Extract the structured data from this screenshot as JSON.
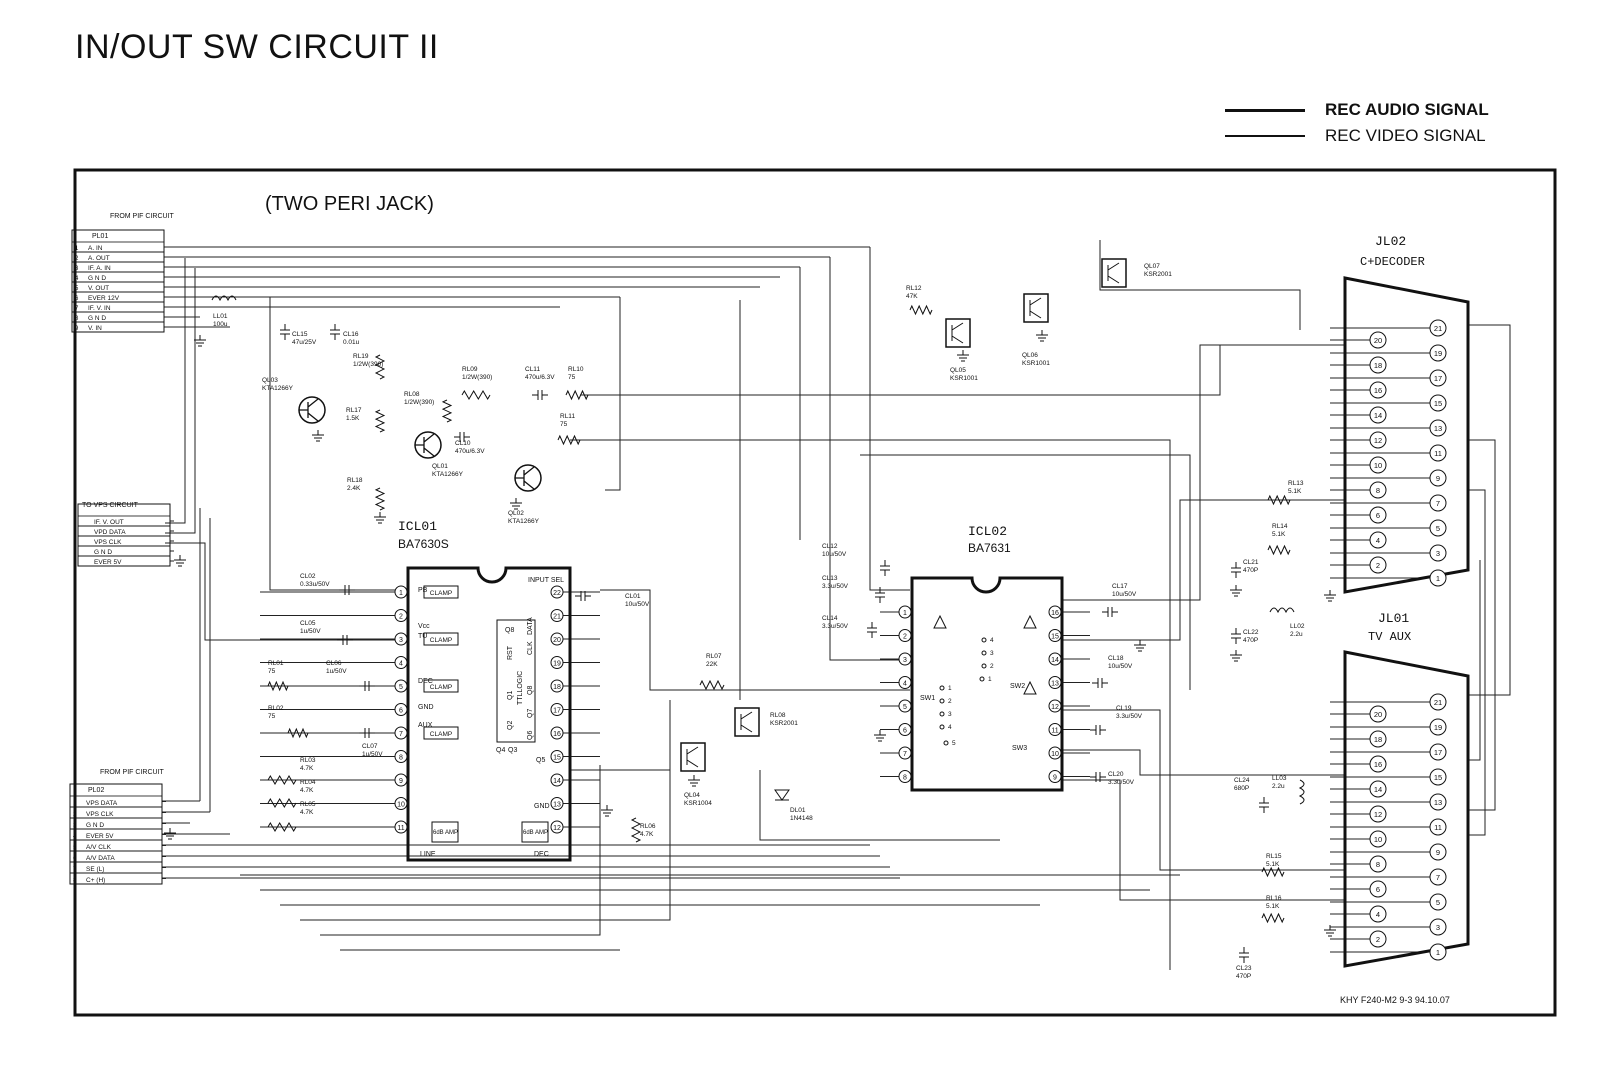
{
  "title": "IN/OUT SW CIRCUIT II",
  "legend": {
    "audio": "REC AUDIO SIGNAL",
    "video": "REC VIDEO SIGNAL"
  },
  "frame_caption": "(TWO PERI JACK)",
  "footer_code": "KHY F240-M2 9-3   94.10.07",
  "connector_pl01": {
    "header": "FROM PIF CIRCUIT",
    "name": "PL01",
    "pins": [
      {
        "n": "1",
        "label": "A. IN"
      },
      {
        "n": "2",
        "label": "A. OUT"
      },
      {
        "n": "3",
        "label": "IF. A. IN"
      },
      {
        "n": "4",
        "label": "G N D"
      },
      {
        "n": "5",
        "label": "V. OUT"
      },
      {
        "n": "6",
        "label": "EVER 12V"
      },
      {
        "n": "7",
        "label": "IF. V. IN"
      },
      {
        "n": "8",
        "label": "G N D"
      },
      {
        "n": "9",
        "label": "V. IN"
      }
    ]
  },
  "connector_vps": {
    "header": "TO VPS CIRCUIT",
    "pins": [
      {
        "label": "IF. V. OUT"
      },
      {
        "label": "VPD DATA"
      },
      {
        "label": "VPS CLK"
      },
      {
        "label": "G N D"
      },
      {
        "label": "EVER 5V"
      }
    ]
  },
  "connector_pl02": {
    "header": "FROM PIF CIRCUIT",
    "name": "PL02",
    "pins": [
      {
        "n": "1",
        "label": "VPS DATA"
      },
      {
        "n": "2",
        "label": "VPS CLK"
      },
      {
        "n": "3",
        "label": "G N D"
      },
      {
        "n": "4",
        "label": "EVER 5V"
      },
      {
        "n": "5",
        "label": "A/V CLK"
      },
      {
        "n": "6",
        "label": "A/V DATA"
      },
      {
        "n": "7",
        "label": "SE (L)"
      },
      {
        "n": "8",
        "label": "C+ (H)"
      }
    ]
  },
  "ic01": {
    "ref": "ICL01",
    "part": "BA7630S",
    "left_pins": [
      "1",
      "2",
      "3",
      "4",
      "5",
      "6",
      "7",
      "8",
      "9",
      "10",
      "11"
    ],
    "right_pins": [
      "22",
      "21",
      "20",
      "19",
      "18",
      "17",
      "16",
      "15",
      "14",
      "13",
      "12"
    ],
    "blocks": {
      "pb": "PB",
      "vcc": "Vcc",
      "tu": "TU",
      "dec": "DEC",
      "gnd": "GND",
      "aux": "AUX",
      "clamp": "CLAMP",
      "input_sel": "INPUT SEL",
      "logic": "TTLLOGIC",
      "rst": "RST",
      "clk": "CLK",
      "data": "DATA",
      "q1": "Q1",
      "q2": "Q2",
      "q3": "Q3",
      "q4": "Q4",
      "q5": "Q5",
      "q6": "Q6",
      "q7": "Q7",
      "q8": "Q8",
      "gnd2": "GND",
      "gdb_amp": "6dB AMP",
      "line": "LINE",
      "dec2": "DEC"
    }
  },
  "ic02": {
    "ref": "ICL02",
    "part": "BA7631",
    "left_pins": [
      "1",
      "2",
      "3",
      "4",
      "5",
      "6",
      "7",
      "8"
    ],
    "right_pins": [
      "16",
      "15",
      "14",
      "13",
      "12",
      "11",
      "10",
      "9"
    ],
    "sw1": "SW1",
    "sw2": "SW2",
    "sw3": "SW3",
    "sw_positions": [
      "4",
      "3",
      "2",
      "1",
      "1",
      "2",
      "3",
      "4",
      "5"
    ]
  },
  "jack_jl02": {
    "ref": "JL02",
    "name": "C+DECODER",
    "left_pins": [
      "20",
      "18",
      "16",
      "14",
      "12",
      "10",
      "8",
      "6",
      "4",
      "2"
    ],
    "right_pins": [
      "21",
      "19",
      "17",
      "15",
      "13",
      "11",
      "9",
      "7",
      "5",
      "3",
      "1"
    ]
  },
  "jack_jl01": {
    "ref": "JL01",
    "name": "TV AUX",
    "left_pins": [
      "20",
      "18",
      "16",
      "14",
      "12",
      "10",
      "8",
      "6",
      "4",
      "2"
    ],
    "right_pins": [
      "21",
      "19",
      "17",
      "15",
      "13",
      "11",
      "9",
      "7",
      "5",
      "3",
      "1"
    ]
  },
  "components": {
    "ll01": {
      "ref": "LL01",
      "val": "100u"
    },
    "cl15": {
      "ref": "CL15",
      "val": "47u/25V"
    },
    "cl16": {
      "ref": "CL16",
      "val": "0.01u"
    },
    "rl19": {
      "ref": "RL19",
      "val": "1/2W(390)"
    },
    "ql03": {
      "ref": "QL03",
      "val": "KTA1266Y"
    },
    "rl17": {
      "ref": "RL17",
      "val": "1.5K"
    },
    "rl18": {
      "ref": "RL18",
      "val": "2.4K"
    },
    "rl08": {
      "ref": "RL08",
      "val": "1/2W(390)"
    },
    "rl09": {
      "ref": "RL09",
      "val": "1/2W(390)"
    },
    "cl11": {
      "ref": "CL11",
      "val": "470u/6.3V"
    },
    "rl10": {
      "ref": "RL10",
      "val": "75"
    },
    "rl11": {
      "ref": "RL11",
      "val": "75"
    },
    "cl10": {
      "ref": "CL10",
      "val": "470u/6.3V"
    },
    "ql01": {
      "ref": "QL01",
      "val": "KTA1266Y"
    },
    "ql02": {
      "ref": "QL02",
      "val": "KTA1266Y"
    },
    "cl02": {
      "ref": "CL02",
      "val": "0.33u/50V"
    },
    "cl05": {
      "ref": "CL05",
      "val": "1u/50V"
    },
    "cl06": {
      "ref": "CL06",
      "val": "1u/50V"
    },
    "cl07": {
      "ref": "CL07",
      "val": "1u/50V"
    },
    "cl01": {
      "ref": "CL01",
      "val": "10u/50V"
    },
    "rl01": {
      "ref": "RL01",
      "val": "75"
    },
    "rl02": {
      "ref": "RL02",
      "val": "75"
    },
    "rl03": {
      "ref": "RL03",
      "val": "4.7K"
    },
    "rl04": {
      "ref": "RL04",
      "val": "4.7K"
    },
    "rl05": {
      "ref": "RL05",
      "val": "4.7K"
    },
    "rl06": {
      "ref": "RL06",
      "val": "4.7K"
    },
    "rl07": {
      "ref": "RL07",
      "val": "22K"
    },
    "ql04": {
      "ref": "QL04",
      "val": "KSR1004"
    },
    "ql08": {
      "ref": "RL08",
      "val": "KSR2001"
    },
    "dl01": {
      "ref": "DL01",
      "val": "1N4148"
    },
    "rl12": {
      "ref": "RL12",
      "val": "47K"
    },
    "ql05": {
      "ref": "QL05",
      "val": "KSR1001"
    },
    "ql06": {
      "ref": "QL06",
      "val": "KSR1001"
    },
    "ql07": {
      "ref": "QL07",
      "val": "KSR2001"
    },
    "cl12": {
      "ref": "CL12",
      "val": "10u/50V"
    },
    "cl13": {
      "ref": "CL13",
      "val": "3.3u/50V"
    },
    "cl14": {
      "ref": "CL14",
      "val": "3.3u/50V"
    },
    "cl17": {
      "ref": "CL17",
      "val": "10u/50V"
    },
    "cl18": {
      "ref": "CL18",
      "val": "10u/50V"
    },
    "cl19": {
      "ref": "CL19",
      "val": "3.3u/50V"
    },
    "cl20": {
      "ref": "CL20",
      "val": "3.3u/50V"
    },
    "rl13": {
      "ref": "RL13",
      "val": "5.1K"
    },
    "rl14": {
      "ref": "RL14",
      "val": "5.1K"
    },
    "cl21": {
      "ref": "CL21",
      "val": "470P"
    },
    "cl22": {
      "ref": "CL22",
      "val": "470P"
    },
    "ll02": {
      "ref": "LL02",
      "val": "2.2u"
    },
    "cl24": {
      "ref": "CL24",
      "val": "680P"
    },
    "ll03": {
      "ref": "LL03",
      "val": "2.2u"
    },
    "rl15": {
      "ref": "RL15",
      "val": "5.1K"
    },
    "rl16": {
      "ref": "RL16",
      "val": "5.1K"
    },
    "cl23": {
      "ref": "CL23",
      "val": "470P"
    }
  }
}
